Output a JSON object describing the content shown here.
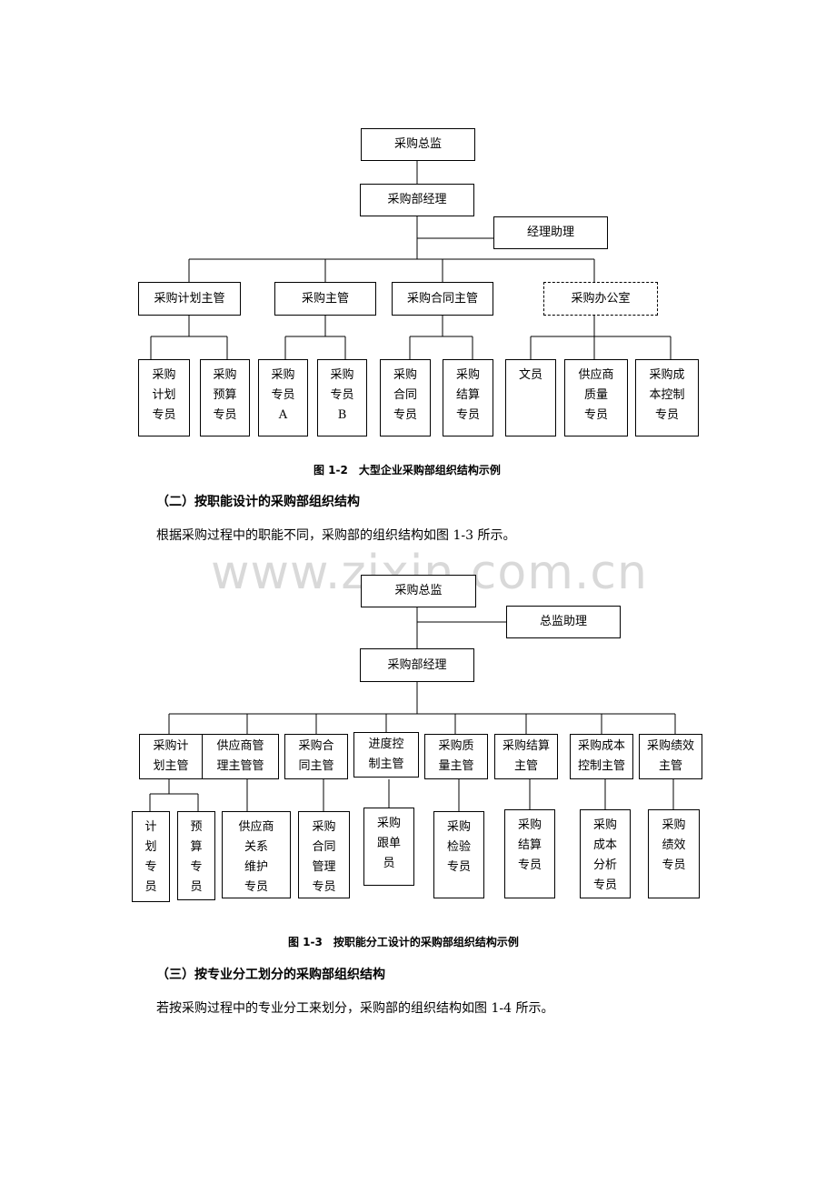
{
  "fig2": {
    "director": "采购总监",
    "manager": "采购部经理",
    "assistant": "经理助理",
    "planning": "采购计划主管",
    "purchasing": "采购主管",
    "contract": "采购合同主管",
    "office": "采购办公室",
    "plan_specialist": "采购\n计划\n专员",
    "budget_specialist": "采购\n预算\n专员",
    "specialist_a": "采购\n专员\nA",
    "specialist_b": "采购\n专员\nB",
    "contract_specialist": "采购\n合同\n专员",
    "settlement_specialist": "采购\n结算\n专员",
    "clerk": "文员",
    "supplier_quality": "供应商\n质量\n专员",
    "cost_control": "采购成\n本控制\n专员",
    "caption": "图 1-2　大型企业采购部组织结构示例"
  },
  "section2": {
    "heading": "（二）按职能设计的采购部组织结构",
    "text": "根据采购过程中的职能不同，采购部的组织结构如图 1-3 所示。"
  },
  "watermark": "www.zixin.com.cn",
  "fig3": {
    "director": "采购总监",
    "assistant": "总监助理",
    "manager": "采购部经理",
    "plan_mgr": "采购计\n划主管",
    "supplier_mgr": "供应商管\n理主管管",
    "contract_mgr": "采购合\n同主管",
    "progress_mgr": "进度控\n制主管",
    "quality_mgr": "采购质\n量主管",
    "settle_mgr": "采购结算\n主管",
    "cost_mgr": "采购成本\n控制主管",
    "perf_mgr": "采购绩效\n主管",
    "plan_spec": "计\n划\n专\n员",
    "budget_spec": "预\n算\n专\n员",
    "supplier_spec": "供应商\n关系\n维护\n专员",
    "contract_spec": "采购\n合同\n管理\n专员",
    "follow_spec": "采购\n跟单\n员",
    "inspect_spec": "采购\n检验\n专员",
    "settle_spec": "采购\n结算\n专员",
    "cost_spec": "采购\n成本\n分析\n专员",
    "perf_spec": "采购\n绩效\n专员",
    "caption": "图 1-3　按职能分工设计的采购部组织结构示例"
  },
  "section3": {
    "heading": "（三）按专业分工划分的采购部组织结构",
    "text": "若按采购过程中的专业分工来划分，采购部的组织结构如图 1-4 所示。"
  }
}
